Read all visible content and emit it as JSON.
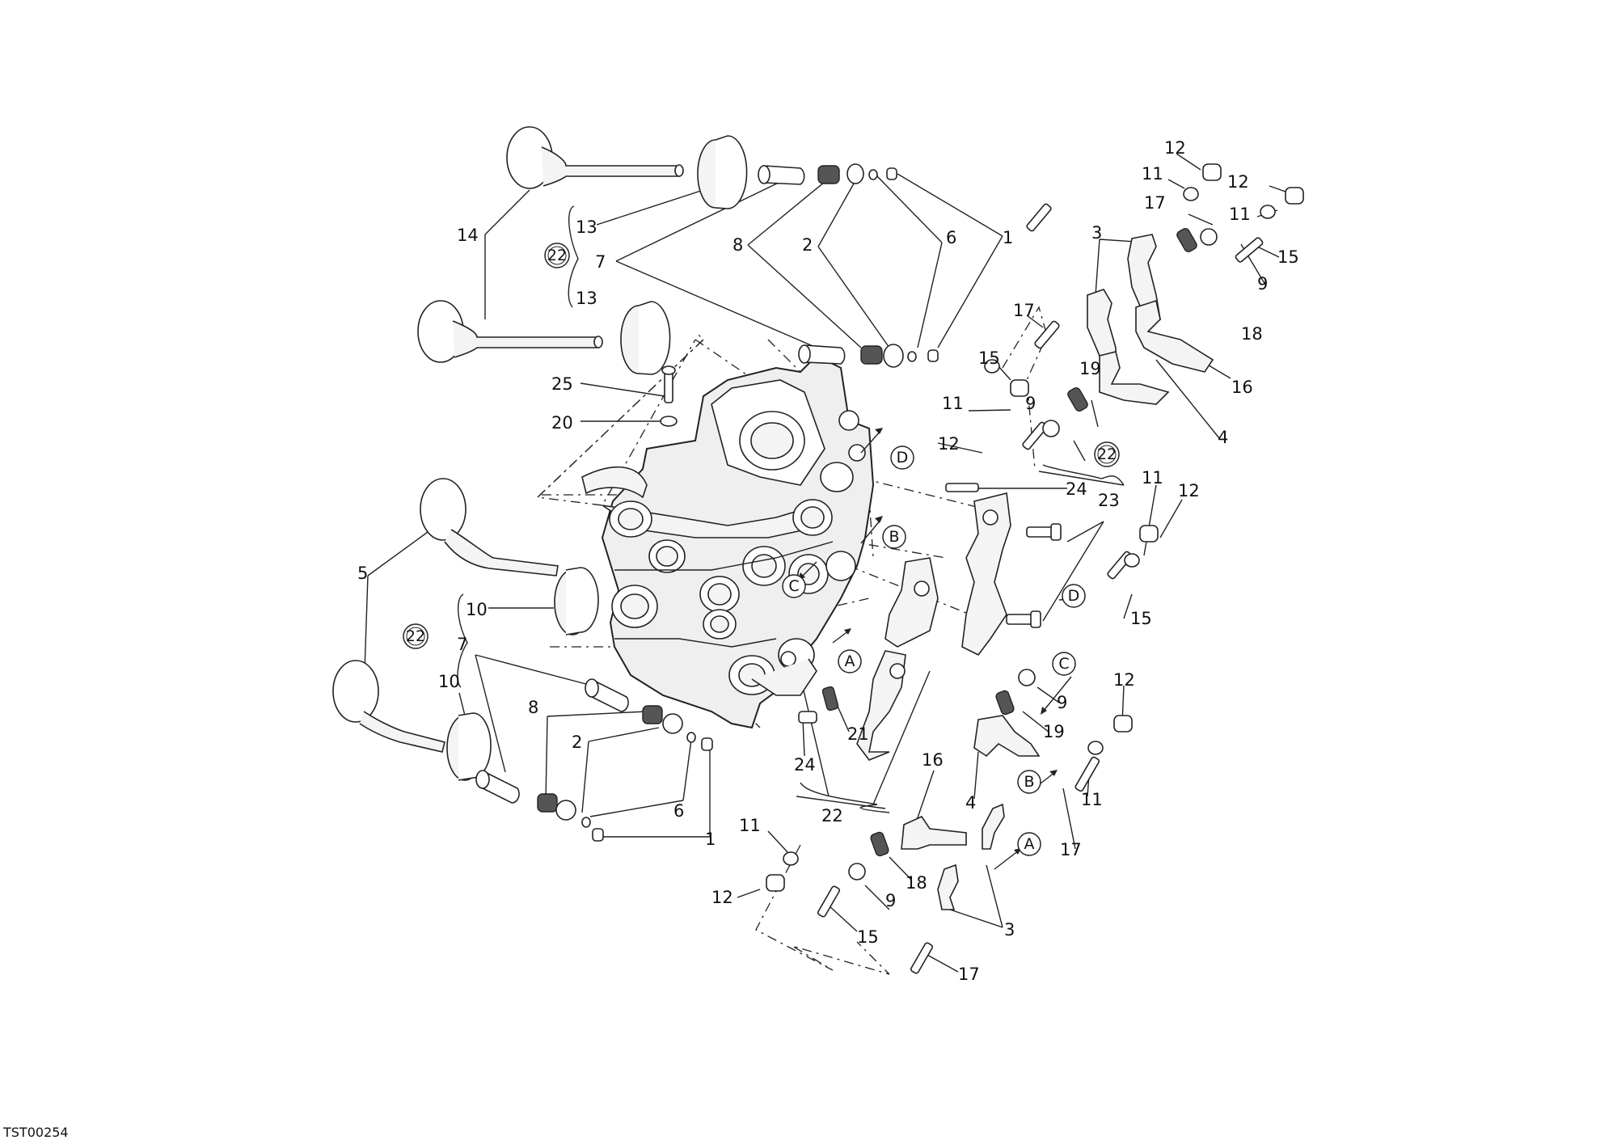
{
  "reference_code": "TST00254",
  "part_numbers": {
    "n1": "1",
    "n2": "2",
    "n3": "3",
    "n4": "4",
    "n5": "5",
    "n6": "6",
    "n7": "7",
    "n8": "8",
    "n9": "9",
    "n10": "10",
    "n11": "11",
    "n12": "12",
    "n13": "13",
    "n14": "14",
    "n15": "15",
    "n16": "16",
    "n17": "17",
    "n18": "18",
    "n19": "19",
    "n20": "20",
    "n21": "21",
    "n22": "22",
    "n23": "23",
    "n24": "24",
    "n25": "25"
  },
  "kit_marker": "22",
  "section_markers": {
    "a": "A",
    "b": "B",
    "c": "C",
    "d": "D"
  }
}
